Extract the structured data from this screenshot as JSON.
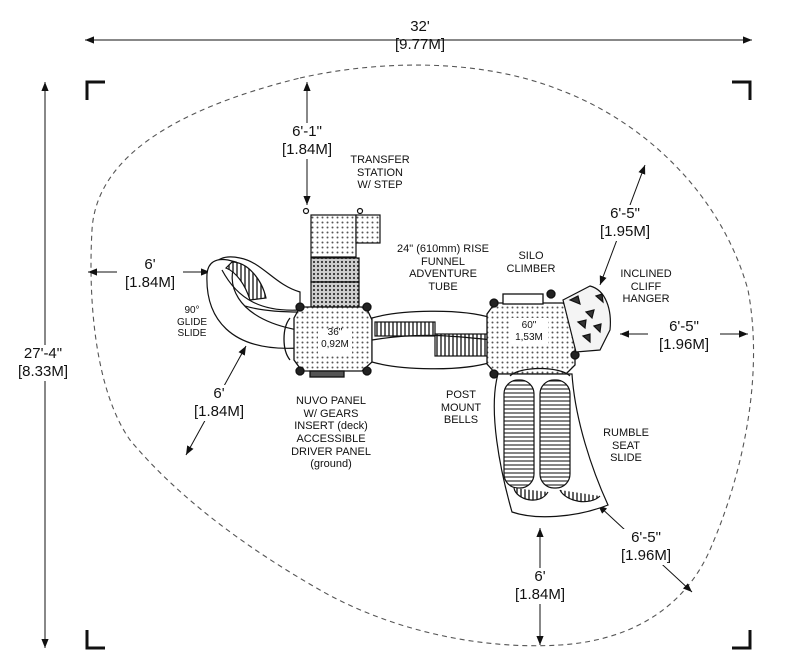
{
  "dimensions": {
    "total_width": {
      "imperial": "32'",
      "metric": "[9.77M]"
    },
    "total_depth": {
      "imperial": "27'-4\"",
      "metric": "[8.33M]"
    },
    "transfer_clearance": {
      "imperial": "6'-1\"",
      "metric": "[1.84M]"
    },
    "left_clearance": {
      "imperial": "6'",
      "metric": "[1.84M]"
    },
    "glide_clearance": {
      "imperial": "6'",
      "metric": "[1.84M]"
    },
    "cliff_upper_clearance": {
      "imperial": "6'-5\"",
      "metric": "[1.95M]"
    },
    "cliff_right_clearance": {
      "imperial": "6'-5\"",
      "metric": "[1.96M]"
    },
    "rumble_clearance": {
      "imperial": "6'-5\"",
      "metric": "[1.96M]"
    },
    "bottom_clearance": {
      "imperial": "6'",
      "metric": "[1.84M]"
    }
  },
  "components": {
    "transfer_station": [
      "TRANSFER",
      "STATION",
      "W/ STEP"
    ],
    "funnel_tube": [
      "24\" (610mm) RISE",
      "FUNNEL",
      "ADVENTURE",
      "TUBE"
    ],
    "silo_climber": [
      "SILO",
      "CLIMBER"
    ],
    "inclined_cliff": [
      "INCLINED",
      "CLIFF",
      "HANGER"
    ],
    "glide_slide": [
      "90°",
      "GLIDE",
      "SLIDE"
    ],
    "nuvo_panel": [
      "NUVO PANEL",
      "W/ GEARS",
      "INSERT (deck)",
      "ACCESSIBLE",
      "DRIVER PANEL",
      "(ground)"
    ],
    "post_bells": [
      "POST",
      "MOUNT",
      "BELLS"
    ],
    "rumble_seat": [
      "RUMBLE",
      "SEAT",
      "SLIDE"
    ]
  },
  "decks": {
    "left_deck": {
      "height": "36\"",
      "metric": "0,92M"
    },
    "right_deck": {
      "height": "60\"",
      "metric": "1,53M"
    }
  }
}
